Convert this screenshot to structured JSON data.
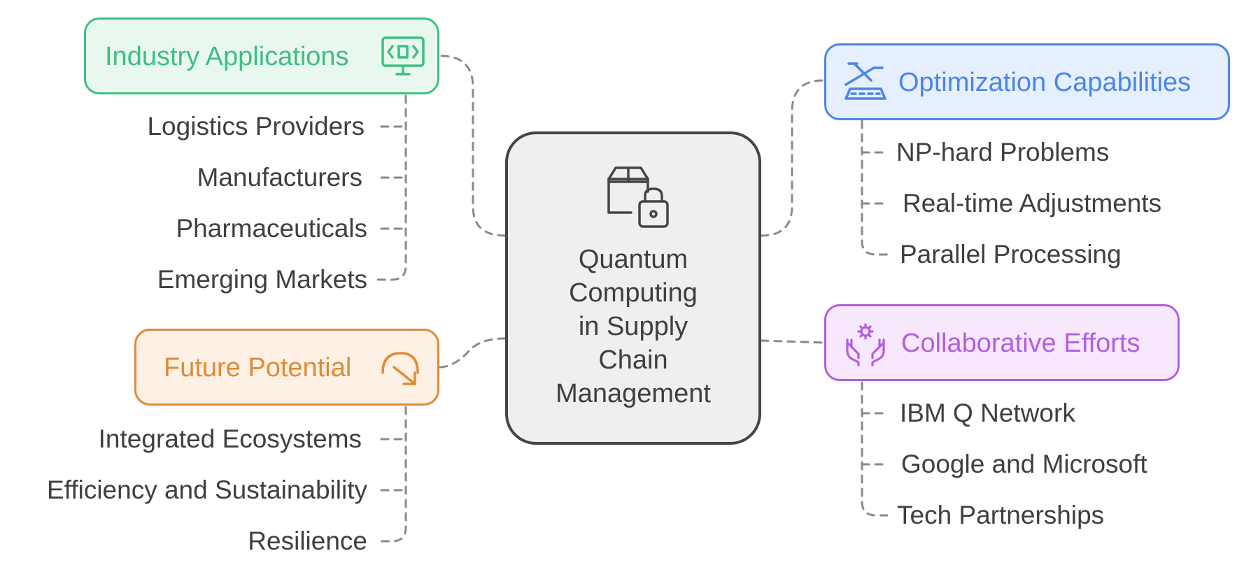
{
  "center": {
    "title_lines": [
      "Quantum",
      "Computing",
      "in Supply",
      "Chain",
      "Management"
    ],
    "icon": "box-lock-icon"
  },
  "categories": {
    "industry": {
      "title": "Industry Applications",
      "icon": "monitor-code-icon",
      "color": "#3cc07e",
      "fill": "#e9f8ef",
      "items": [
        "Logistics Providers",
        "Manufacturers",
        "Pharmaceuticals",
        "Emerging Markets"
      ]
    },
    "future": {
      "title": "Future Potential",
      "icon": "curved-arrow-icon",
      "color": "#e08a38",
      "fill": "#fdf0e4",
      "items": [
        "Integrated Ecosystems",
        "Efficiency and Sustainability",
        "Resilience"
      ]
    },
    "optimization": {
      "title": "Optimization Capabilities",
      "icon": "optimization-tool-icon",
      "color": "#4a86e8",
      "fill": "#e6effd",
      "items": [
        "NP-hard Problems",
        "Real-time Adjustments",
        "Parallel Processing"
      ]
    },
    "collab": {
      "title": "Collaborative Efforts",
      "icon": "hands-gear-icon",
      "color": "#b25ee0",
      "fill": "#f7e8fd",
      "items": [
        "IBM Q Network",
        "Google and Microsoft",
        "Tech Partnerships"
      ]
    }
  },
  "connector_color": "#8a8a8a"
}
